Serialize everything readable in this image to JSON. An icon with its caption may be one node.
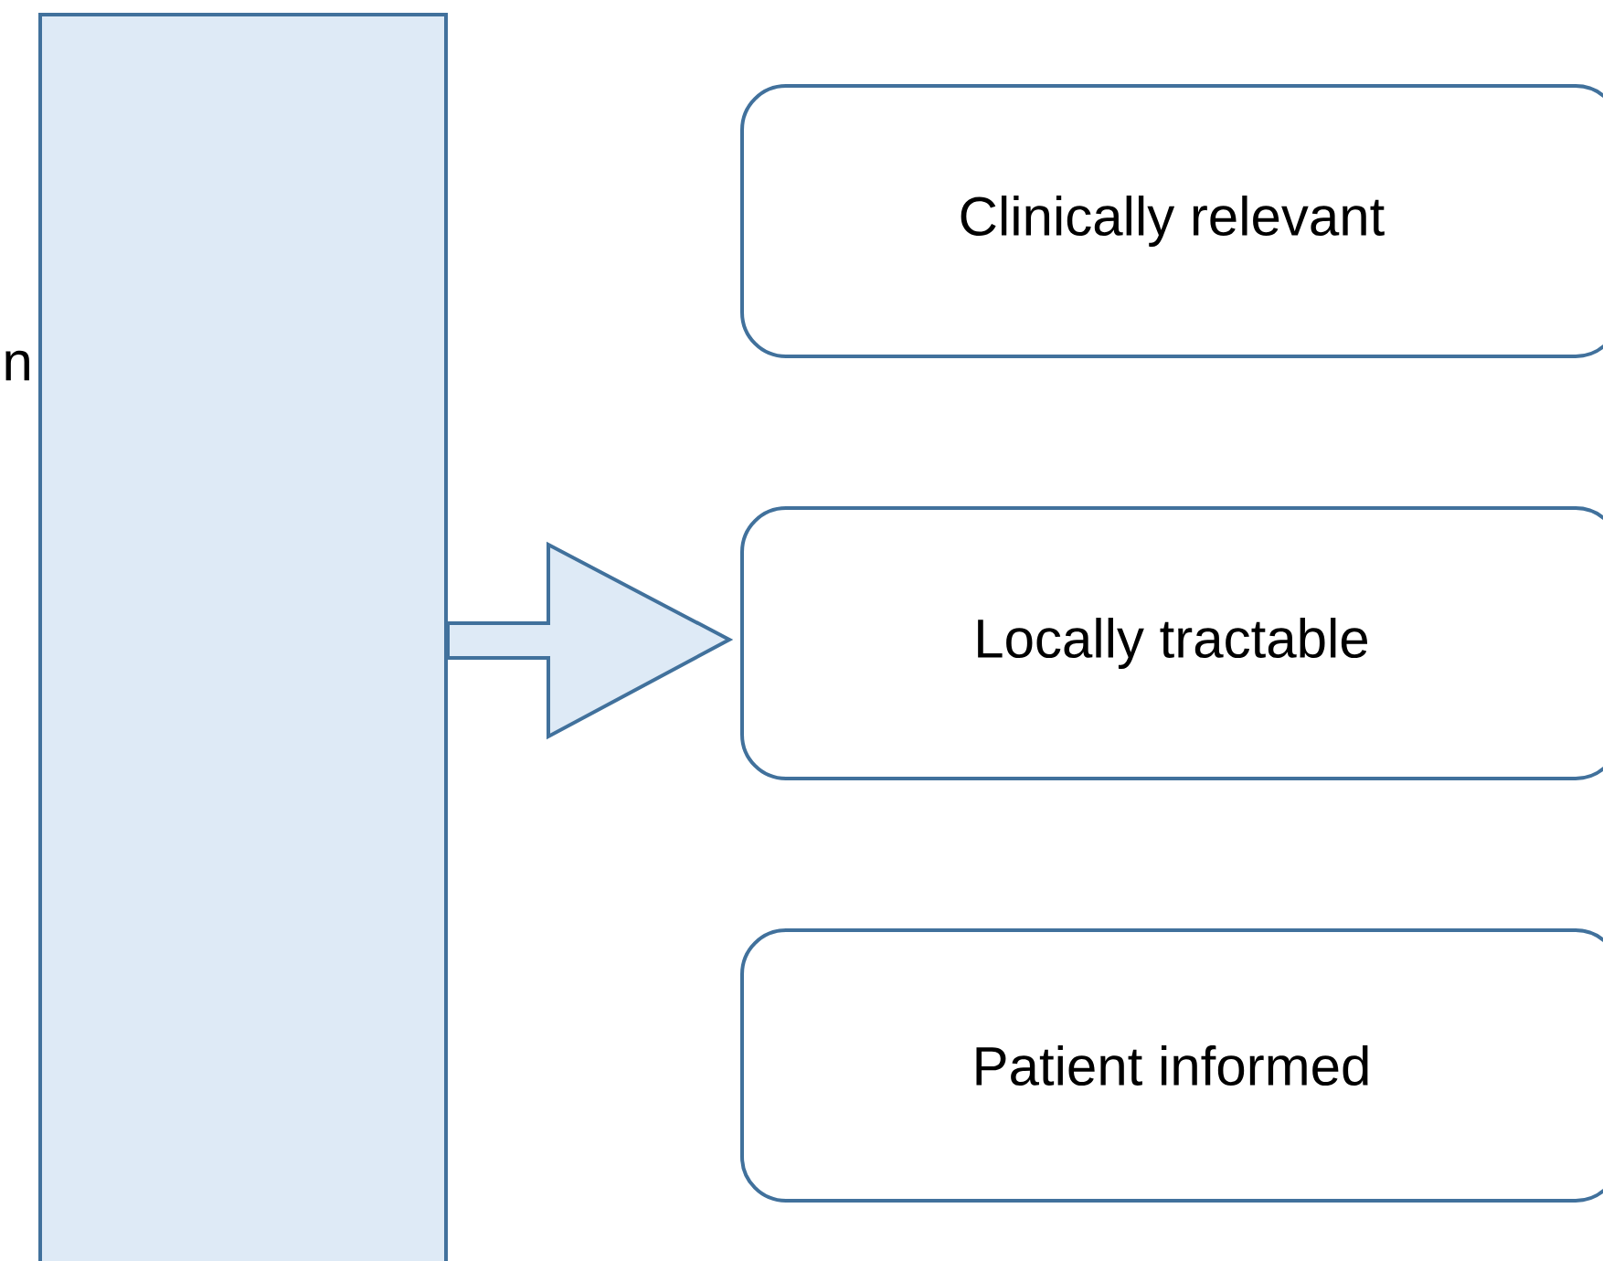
{
  "diagram": {
    "nodes": [
      {
        "text": [],
        "shape": "bar"
      },
      {
        "text": [
          "Clinically relevant"
        ]
      },
      {
        "text": [
          "Locally tractable"
        ]
      },
      {
        "text": [
          "Patient informed"
        ]
      }
    ],
    "edges": [
      {
        "from": 0,
        "to": 2,
        "arrow": "to"
      }
    ],
    "labels": [
      "n"
    ]
  }
}
